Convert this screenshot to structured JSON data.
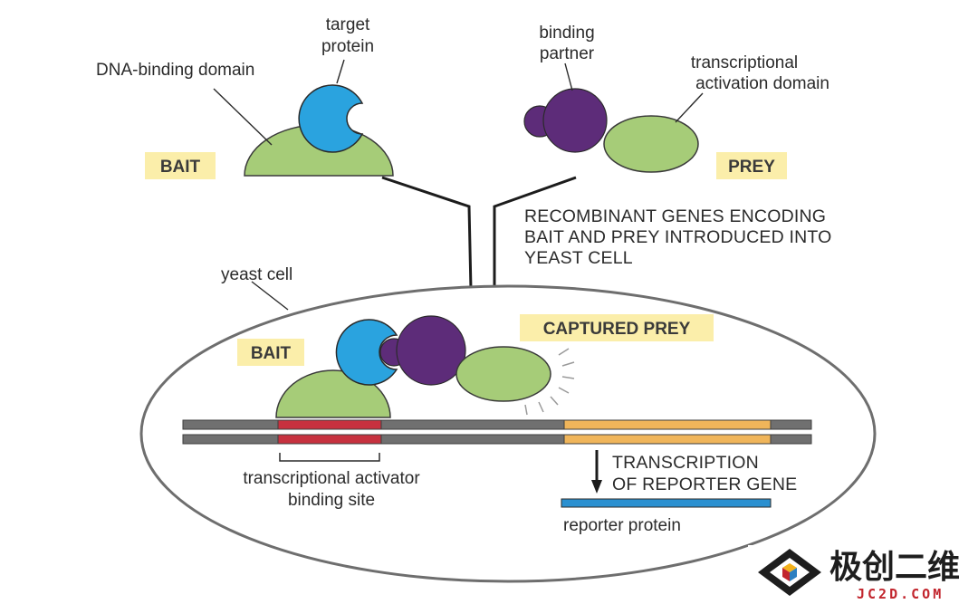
{
  "labels": {
    "target_protein_1": "target",
    "target_protein_2": "protein",
    "dna_binding_domain": "DNA-binding domain",
    "binding_partner_1": "binding",
    "binding_partner_2": "partner",
    "activation_domain_1": "transcriptional",
    "activation_domain_2": "activation domain",
    "bait_top": "BAIT",
    "prey_top": "PREY",
    "recombinant_1": "RECOMBINANT GENES ENCODING",
    "recombinant_2": "BAIT AND PREY INTRODUCED INTO",
    "recombinant_3": "YEAST CELL",
    "yeast_cell": "yeast cell",
    "bait_inner": "BAIT",
    "captured_prey": "CAPTURED PREY",
    "activator_site_1": "transcriptional activator",
    "activator_site_2": "binding site",
    "transcription_1": "TRANSCRIPTION",
    "transcription_2": "OF REPORTER GENE",
    "reporter_protein": "reporter protein"
  },
  "watermark": {
    "chinese": "极创二维",
    "site": "JC2D.COM"
  },
  "colors": {
    "dna_domain": "#a6cc78",
    "target_protein": "#2aa3df",
    "binding_partner": "#5d2c79",
    "activation_domain": "#a6cc78",
    "tag_highlight": "#fbeeaa",
    "activator_site": "#c7313f",
    "reporter_gene": "#f0b55a",
    "reporter_protein": "#2b90d0",
    "dna_strand": "#707070"
  }
}
